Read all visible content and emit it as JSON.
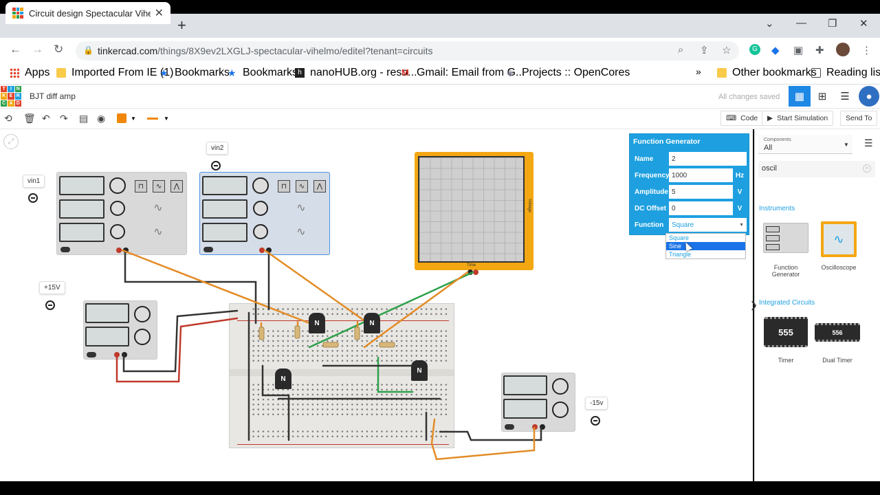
{
  "browser": {
    "tab_title": "Circuit design Spectacular Viheln",
    "url_host": "tinkercad.com",
    "url_path": "/things/8X9ev2LXGLJ-spectacular-vihelmo/editel?tenant=circuits",
    "bookmarks": [
      "Apps",
      "Imported From IE (1)",
      "Bookmarks",
      "Bookmarks",
      "nanoHUB.org - reso...",
      "Gmail: Email from G...",
      "Projects :: OpenCores"
    ],
    "other_bookmarks": "Other bookmarks",
    "reading_list": "Reading list",
    "more": "»"
  },
  "app": {
    "logo_letters": [
      "TIN",
      "KER",
      "CAD"
    ],
    "project_name": "BJT diff amp",
    "save_status": "All changes saved"
  },
  "toolbar": {
    "code_label": "Code",
    "start_sim_label": "Start Simulation",
    "send_to_label": "Send To",
    "color": "#f0870a"
  },
  "canvas": {
    "labels": {
      "vin1": "vin1",
      "vin2": "vin2",
      "plus15": "+15V",
      "minus15": "-15v"
    },
    "transistor_label": "N",
    "scope_axis_x": "Time",
    "scope_axis_y": "Voltage"
  },
  "function_generator": {
    "title": "Function Generator",
    "fields": [
      {
        "label": "Name",
        "value": "2",
        "unit": ""
      },
      {
        "label": "Frequency",
        "value": "1000",
        "unit": "Hz"
      },
      {
        "label": "Amplitude",
        "value": "5",
        "unit": "V"
      },
      {
        "label": "DC Offset",
        "value": "0",
        "unit": "V"
      },
      {
        "label": "Function",
        "value": "Square",
        "unit": ""
      }
    ],
    "options": [
      "Square",
      "Sine",
      "Triangle"
    ],
    "highlighted_option": "Sine"
  },
  "components_panel": {
    "filter_caption": "Components",
    "filter_value": "All",
    "search_value": "oscil",
    "sections": {
      "instruments": "Instruments",
      "ics": "Integrated Circuits"
    },
    "items": {
      "function_generator": "Function Generator",
      "oscilloscope": "Oscilloscope",
      "timer": "Timer",
      "dual_timer": "Dual Timer",
      "timer_chip": "555",
      "dual_timer_chip": "556"
    }
  }
}
